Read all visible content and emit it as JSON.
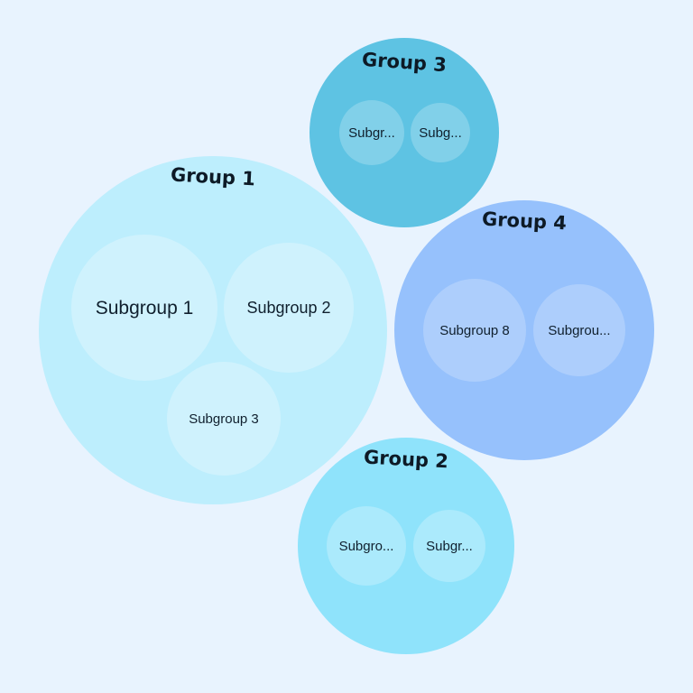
{
  "colors": {
    "background": "#e8f3fe",
    "group_1": "#bdeefd",
    "group_2": "#8fe3fb",
    "group_3": "#5ec3e3",
    "group_4": "#96c1fc"
  },
  "groups": [
    {
      "label": "Group 1",
      "subgroups": [
        {
          "label": "Subgroup 1"
        },
        {
          "label": "Subgroup 2"
        },
        {
          "label": "Subgroup 3"
        }
      ]
    },
    {
      "label": "Group 2",
      "subgroups": [
        {
          "label": "Subgro..."
        },
        {
          "label": "Subgr..."
        }
      ]
    },
    {
      "label": "Group 3",
      "subgroups": [
        {
          "label": "Subgr..."
        },
        {
          "label": "Subg..."
        }
      ]
    },
    {
      "label": "Group 4",
      "subgroups": [
        {
          "label": "Subgroup 8"
        },
        {
          "label": "Subgrou..."
        }
      ]
    }
  ]
}
